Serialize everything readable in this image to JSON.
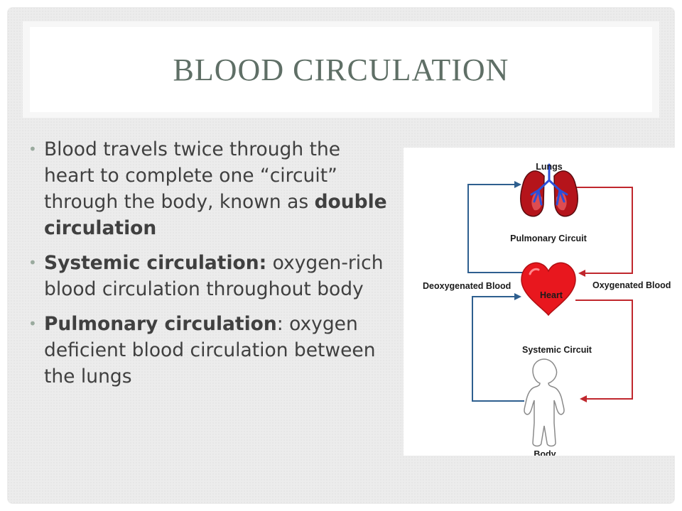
{
  "slide": {
    "title": "BLOOD CIRCULATION",
    "bullets": [
      {
        "prefix": "Blood travels twice through the heart to complete one “circuit” through the body, known as ",
        "bold": "double circulation",
        "suffix": ""
      },
      {
        "prefix": "",
        "bold": "Systemic circulation:",
        "suffix": " oxygen-rich blood circulation throughout body"
      },
      {
        "prefix": "",
        "bold": "Pulmonary circulation",
        "suffix": ": oxygen deficient blood circulation between the lungs"
      }
    ]
  },
  "diagram": {
    "labels": {
      "lungs": "Lungs",
      "pulmonary_circuit": "Pulmonary Circuit",
      "deoxygenated": "Deoxygenated Blood",
      "heart": "Heart",
      "oxygenated": "Oxygenated Blood",
      "systemic_circuit": "Systemic Circuit",
      "body": "Body"
    },
    "colors": {
      "deoxygenated_arrow": "#2e5f8f",
      "oxygenated_arrow": "#c0272d",
      "heart": "#e8171e",
      "lungs": "#b5141b",
      "bronchi": "#2b4fd9"
    }
  }
}
